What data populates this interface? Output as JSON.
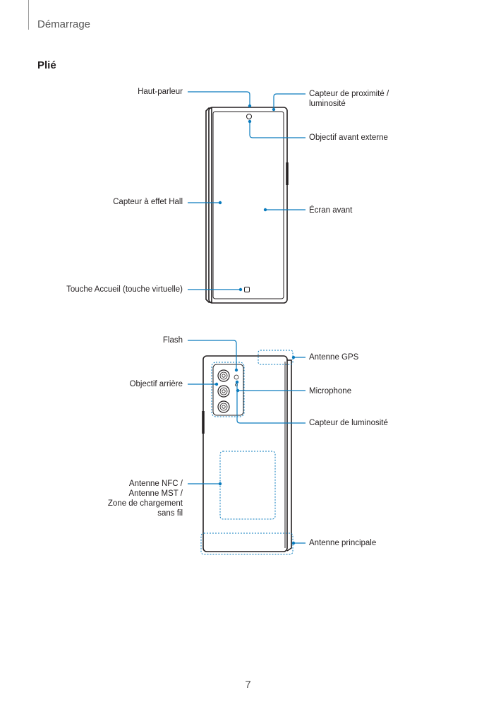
{
  "header": {
    "section": "Démarrage"
  },
  "title": "Plié",
  "front": {
    "labels": {
      "speaker": "Haut-parleur",
      "proximity_l1": "Capteur de proximité /",
      "proximity_l2": "luminosité",
      "front_camera": "Objectif avant externe",
      "hall_sensor": "Capteur à effet Hall",
      "front_screen": "Écran avant",
      "home_key": "Touche Accueil (touche virtuelle)"
    }
  },
  "back": {
    "labels": {
      "flash": "Flash",
      "gps": "Antenne GPS",
      "rear_camera": "Objectif arrière",
      "microphone": "Microphone",
      "light_sensor": "Capteur de luminosité",
      "nfc_l1": "Antenne NFC /",
      "nfc_l2": "Antenne MST /",
      "nfc_l3": "Zone de chargement",
      "nfc_l4": "sans fil",
      "main_antenna": "Antenne principale"
    }
  },
  "colors": {
    "callout": "#0a7bbd",
    "device": "#231f20"
  },
  "page_number": "7"
}
